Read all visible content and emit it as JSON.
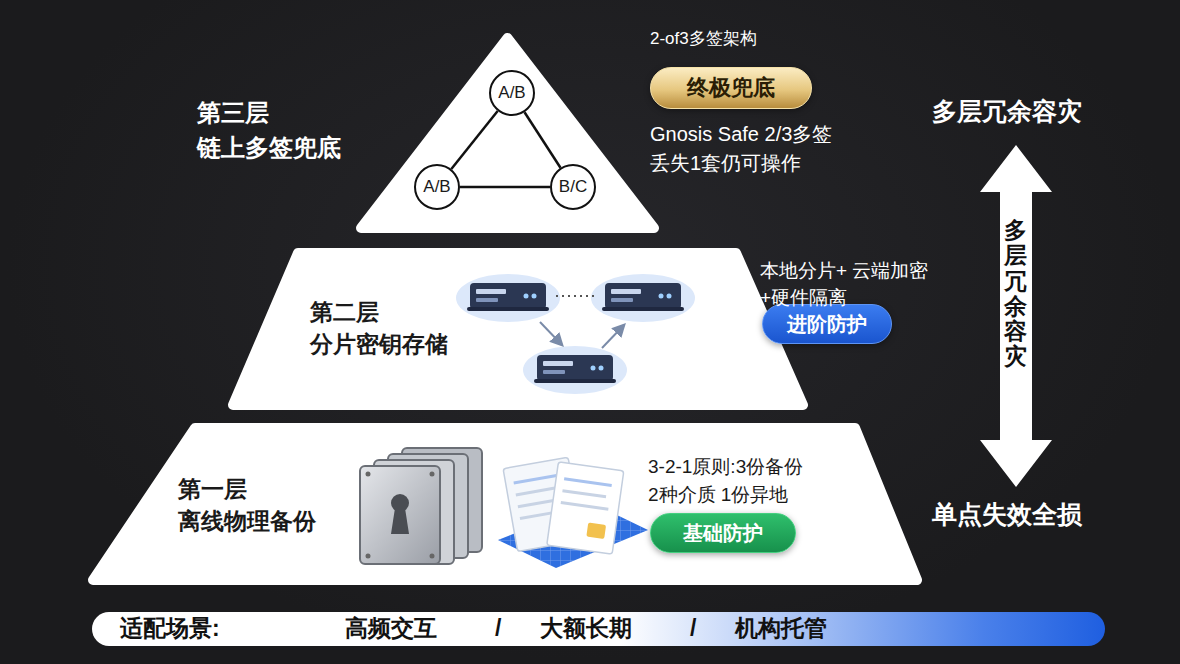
{
  "diagram": {
    "nodes": [
      {
        "text": [
          "第三层 链上多签兜底"
        ]
      },
      {
        "text": [
          "A/B"
        ],
        "in": 0
      },
      {
        "text": [
          "A/B"
        ],
        "in": 0
      },
      {
        "text": [
          "B/C"
        ],
        "in": 0
      },
      {
        "text": [
          "终极兜底"
        ]
      },
      {
        "text": [
          "第二层 分片密钥存储"
        ]
      },
      {
        "text": [
          "进阶防护"
        ]
      },
      {
        "text": [
          "第一层 离线物理备份",
          "3-2-1原则:3份备份 2种介质 1份异地"
        ]
      },
      {
        "text": [
          "基础防护"
        ],
        "in": 7
      },
      {
        "text": [
          "适配场景:",
          "高频交互",
          "/",
          "大额长期",
          "/",
          "机构托管"
        ]
      }
    ],
    "edges": [
      {
        "from": 1,
        "to": 2,
        "arrow": "none"
      },
      {
        "from": 1,
        "to": 3,
        "arrow": "none"
      },
      {
        "from": 2,
        "to": 3,
        "arrow": "none"
      }
    ],
    "labels": [
      "2-of3多签架构",
      "Gnosis Safe 2/3多签 丢失1套仍可操作",
      "本地分片+ 云端加密+硬件隔离",
      "多层冗余容灾",
      "多层冗余容灾",
      "单点失效全损"
    ]
  }
}
